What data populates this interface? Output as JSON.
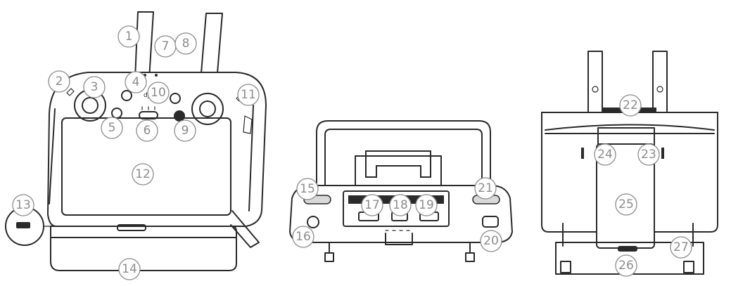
{
  "callouts": {
    "c1": "1",
    "c2": "2",
    "c3": "3",
    "c4": "4",
    "c5": "5",
    "c6": "6",
    "c7": "7",
    "c8": "8",
    "c9": "9",
    "c10": "10",
    "c11": "11",
    "c12": "12",
    "c13": "13",
    "c14": "14",
    "c15": "15",
    "c16": "16",
    "c17": "17",
    "c18": "18",
    "c19": "19",
    "c20": "20",
    "c21": "21",
    "c22": "22",
    "c23": "23",
    "c24": "24",
    "c25": "25",
    "c26": "26",
    "c27": "27"
  },
  "colors": {
    "ink": "#2a2a2a",
    "callout": "#8c8c8c",
    "background": "#ffffff"
  },
  "icons": [
    "power-icon",
    "dji-logo-icon",
    "joystick-icon",
    "antenna-icon"
  ]
}
